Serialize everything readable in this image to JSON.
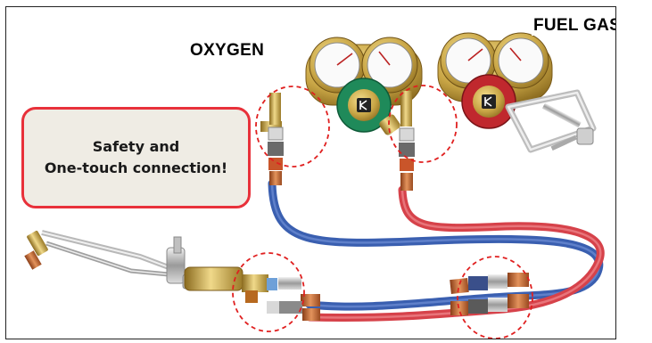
{
  "labels": {
    "oxygen": "OXYGEN",
    "fuel_gas": "FUEL GAS"
  },
  "callout": {
    "line1": "Safety and",
    "line2": "One-touch connection!"
  },
  "colors": {
    "callout_border": "#e8313a",
    "callout_fill": "#efece4",
    "oxygen_hose": "#3a5fb0",
    "fuel_hose": "#d6424a",
    "highlight_circle": "#e02020",
    "oxygen_regulator_ring": "#1f8a5a",
    "fuel_regulator_ring": "#c0282e",
    "brass": "#c9a646"
  },
  "icons": [
    "regulator-logo-icon"
  ]
}
